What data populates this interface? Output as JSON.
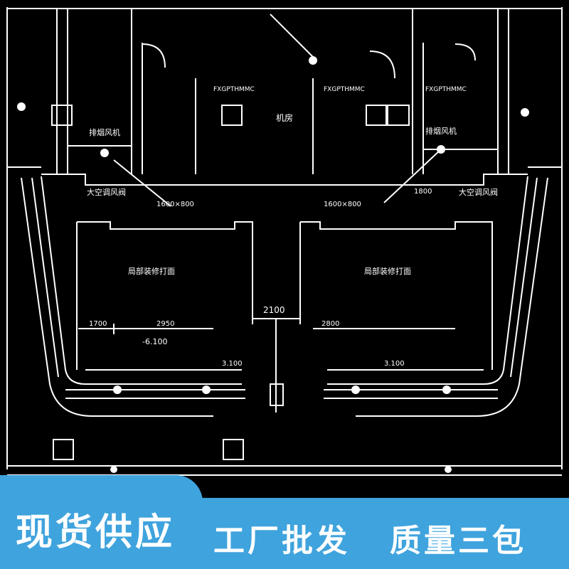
{
  "drawing": {
    "room_center": "机房",
    "room_left_top": "FXGPTHMMC",
    "room_mid_top": "FXGPTHMMC",
    "room_right_top": "FXGPTHMMC",
    "label_left_fan": "排烟风机",
    "label_right_fan": "排烟风机",
    "label_left_valve": "大空调风阀",
    "label_right_valve": "大空调风阀",
    "left_pit_title": "局部装修打面",
    "right_pit_title": "局部装修打面",
    "dim_center": "2100",
    "dim_left_a": "1700",
    "dim_left_b": "2950",
    "dim_right_a": "2800",
    "level_left": "-6.100",
    "level_left_b": "3.100",
    "level_right_b": "3.100",
    "dim_right_small": "1800",
    "duct_left_top": "1600×800",
    "duct_right_top": "1600×800"
  },
  "banner": {
    "left_text": "现货供应",
    "mid_text": "工厂批发",
    "right_text": "质量三包"
  },
  "colors": {
    "background": "#000000",
    "lines": "#ffffff",
    "banner": "#3fa3dd"
  }
}
